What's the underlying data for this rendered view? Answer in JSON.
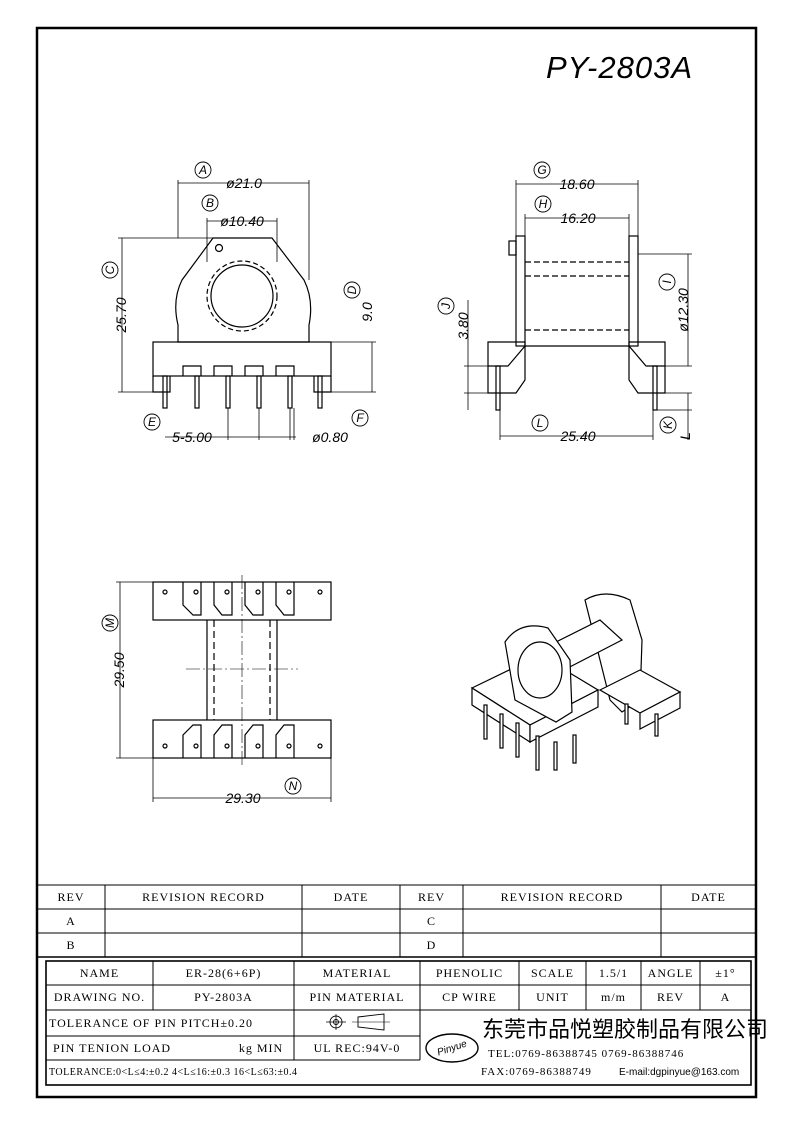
{
  "drawing": {
    "title": "PY-2803A",
    "top_view": {
      "callouts": [
        "A",
        "B",
        "C",
        "D",
        "E",
        "F"
      ],
      "dims": [
        "ø21.0",
        "ø10.40",
        "25.70",
        "9.0",
        "5-5.00",
        "ø0.80"
      ]
    },
    "side_view": {
      "callouts": [
        "G",
        "H",
        "I",
        "J",
        "K",
        "L"
      ],
      "dims": [
        "18.60",
        "16.20",
        "ø12.30",
        "3.80",
        "25.40",
        "L"
      ]
    },
    "bottom_view": {
      "callouts": [
        "M",
        "N"
      ],
      "dims": [
        "29.50",
        "29.30"
      ]
    }
  },
  "revision_table": {
    "headers": [
      "REV",
      "REVISION RECORD",
      "DATE",
      "REV",
      "REVISION RECORD",
      "DATE"
    ],
    "rows": [
      [
        "A",
        "C"
      ],
      [
        "B",
        "D"
      ]
    ]
  },
  "title_block": {
    "name_label": "NAME",
    "name_value": "ER-28(6+6P)",
    "material_label": "MATERIAL",
    "material_value": "PHENOLIC",
    "scale_label": "SCALE",
    "scale_value": "1.5/1",
    "angle_label": "ANGLE",
    "angle_value": "±1°",
    "drawing_no_label": "DRAWING NO.",
    "drawing_no_value": "PY-2803A",
    "pin_material_label": "PIN MATERIAL",
    "pin_material_value": "CP WIRE",
    "unit_label": "UNIT",
    "unit_value": "m/m",
    "rev_label": "REV",
    "rev_value": "A",
    "tolerance_pitch": "TOLERANCE OF PIN PITCH±0.20",
    "pin_tension_label": "PIN TENION LOAD",
    "pin_tension_value": "kg MIN",
    "ul_rec": "UL REC:94V-0",
    "tolerance_ranges": "TOLERANCE:0<L≤4:±0.2  4<L≤16:±0.3  16<L≤63:±0.4",
    "logo_text": "Pinyue",
    "company": "东莞市品悦塑胶制品有限公司",
    "tel": "TEL:0769-86388745   0769-86388746",
    "fax": "FAX:0769-86388749",
    "email": "E-mail:dgpinyue@163.com"
  }
}
